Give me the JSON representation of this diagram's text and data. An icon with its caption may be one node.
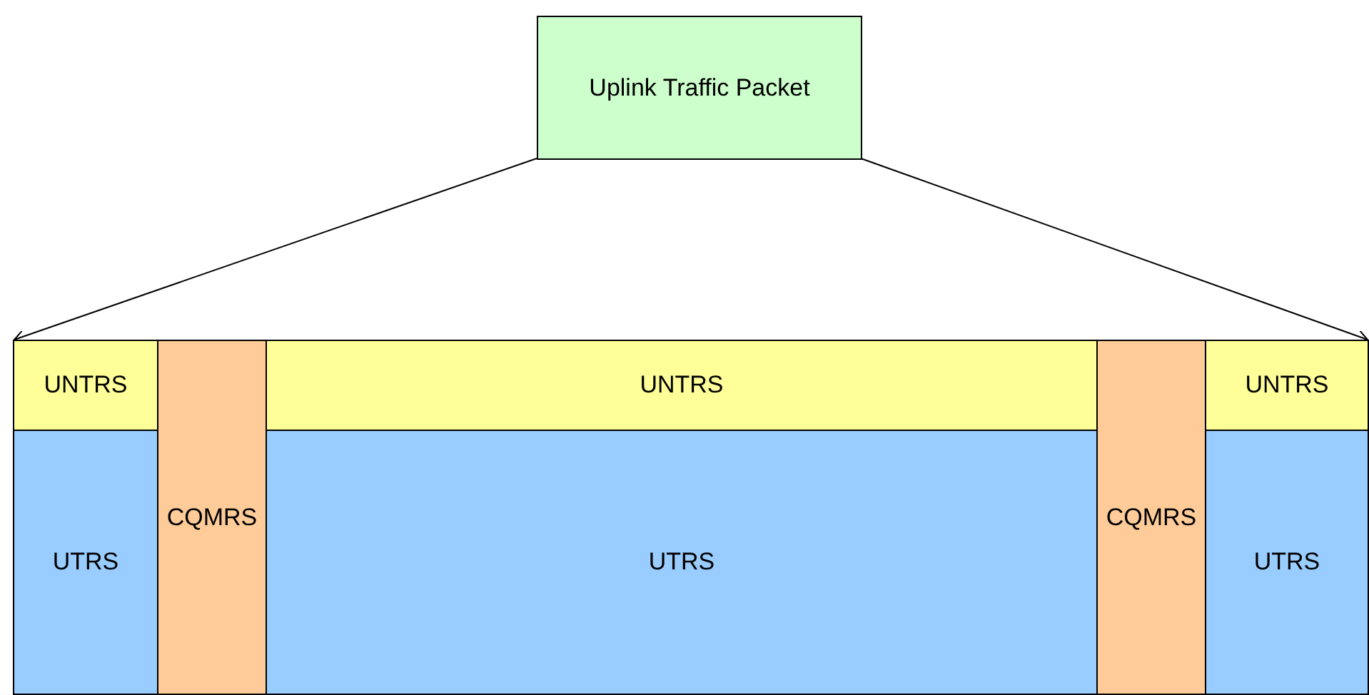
{
  "diagram": {
    "nodes": [
      {
        "text": [
          "Uplink Traffic Packet"
        ]
      },
      {
        "text": [
          "UNTRS"
        ]
      },
      {
        "text": [
          "CQMRS"
        ]
      },
      {
        "text": [
          "UNTRS"
        ]
      },
      {
        "text": [
          "CQMRS"
        ]
      },
      {
        "text": [
          "UNTRS"
        ]
      },
      {
        "text": [
          "UTRS"
        ]
      },
      {
        "text": [
          "UTRS"
        ]
      },
      {
        "text": [
          "UTRS"
        ]
      }
    ],
    "edges": [
      {
        "from": 0,
        "to": 1,
        "arrow": "to"
      },
      {
        "from": 0,
        "to": 5,
        "arrow": "to"
      }
    ]
  }
}
